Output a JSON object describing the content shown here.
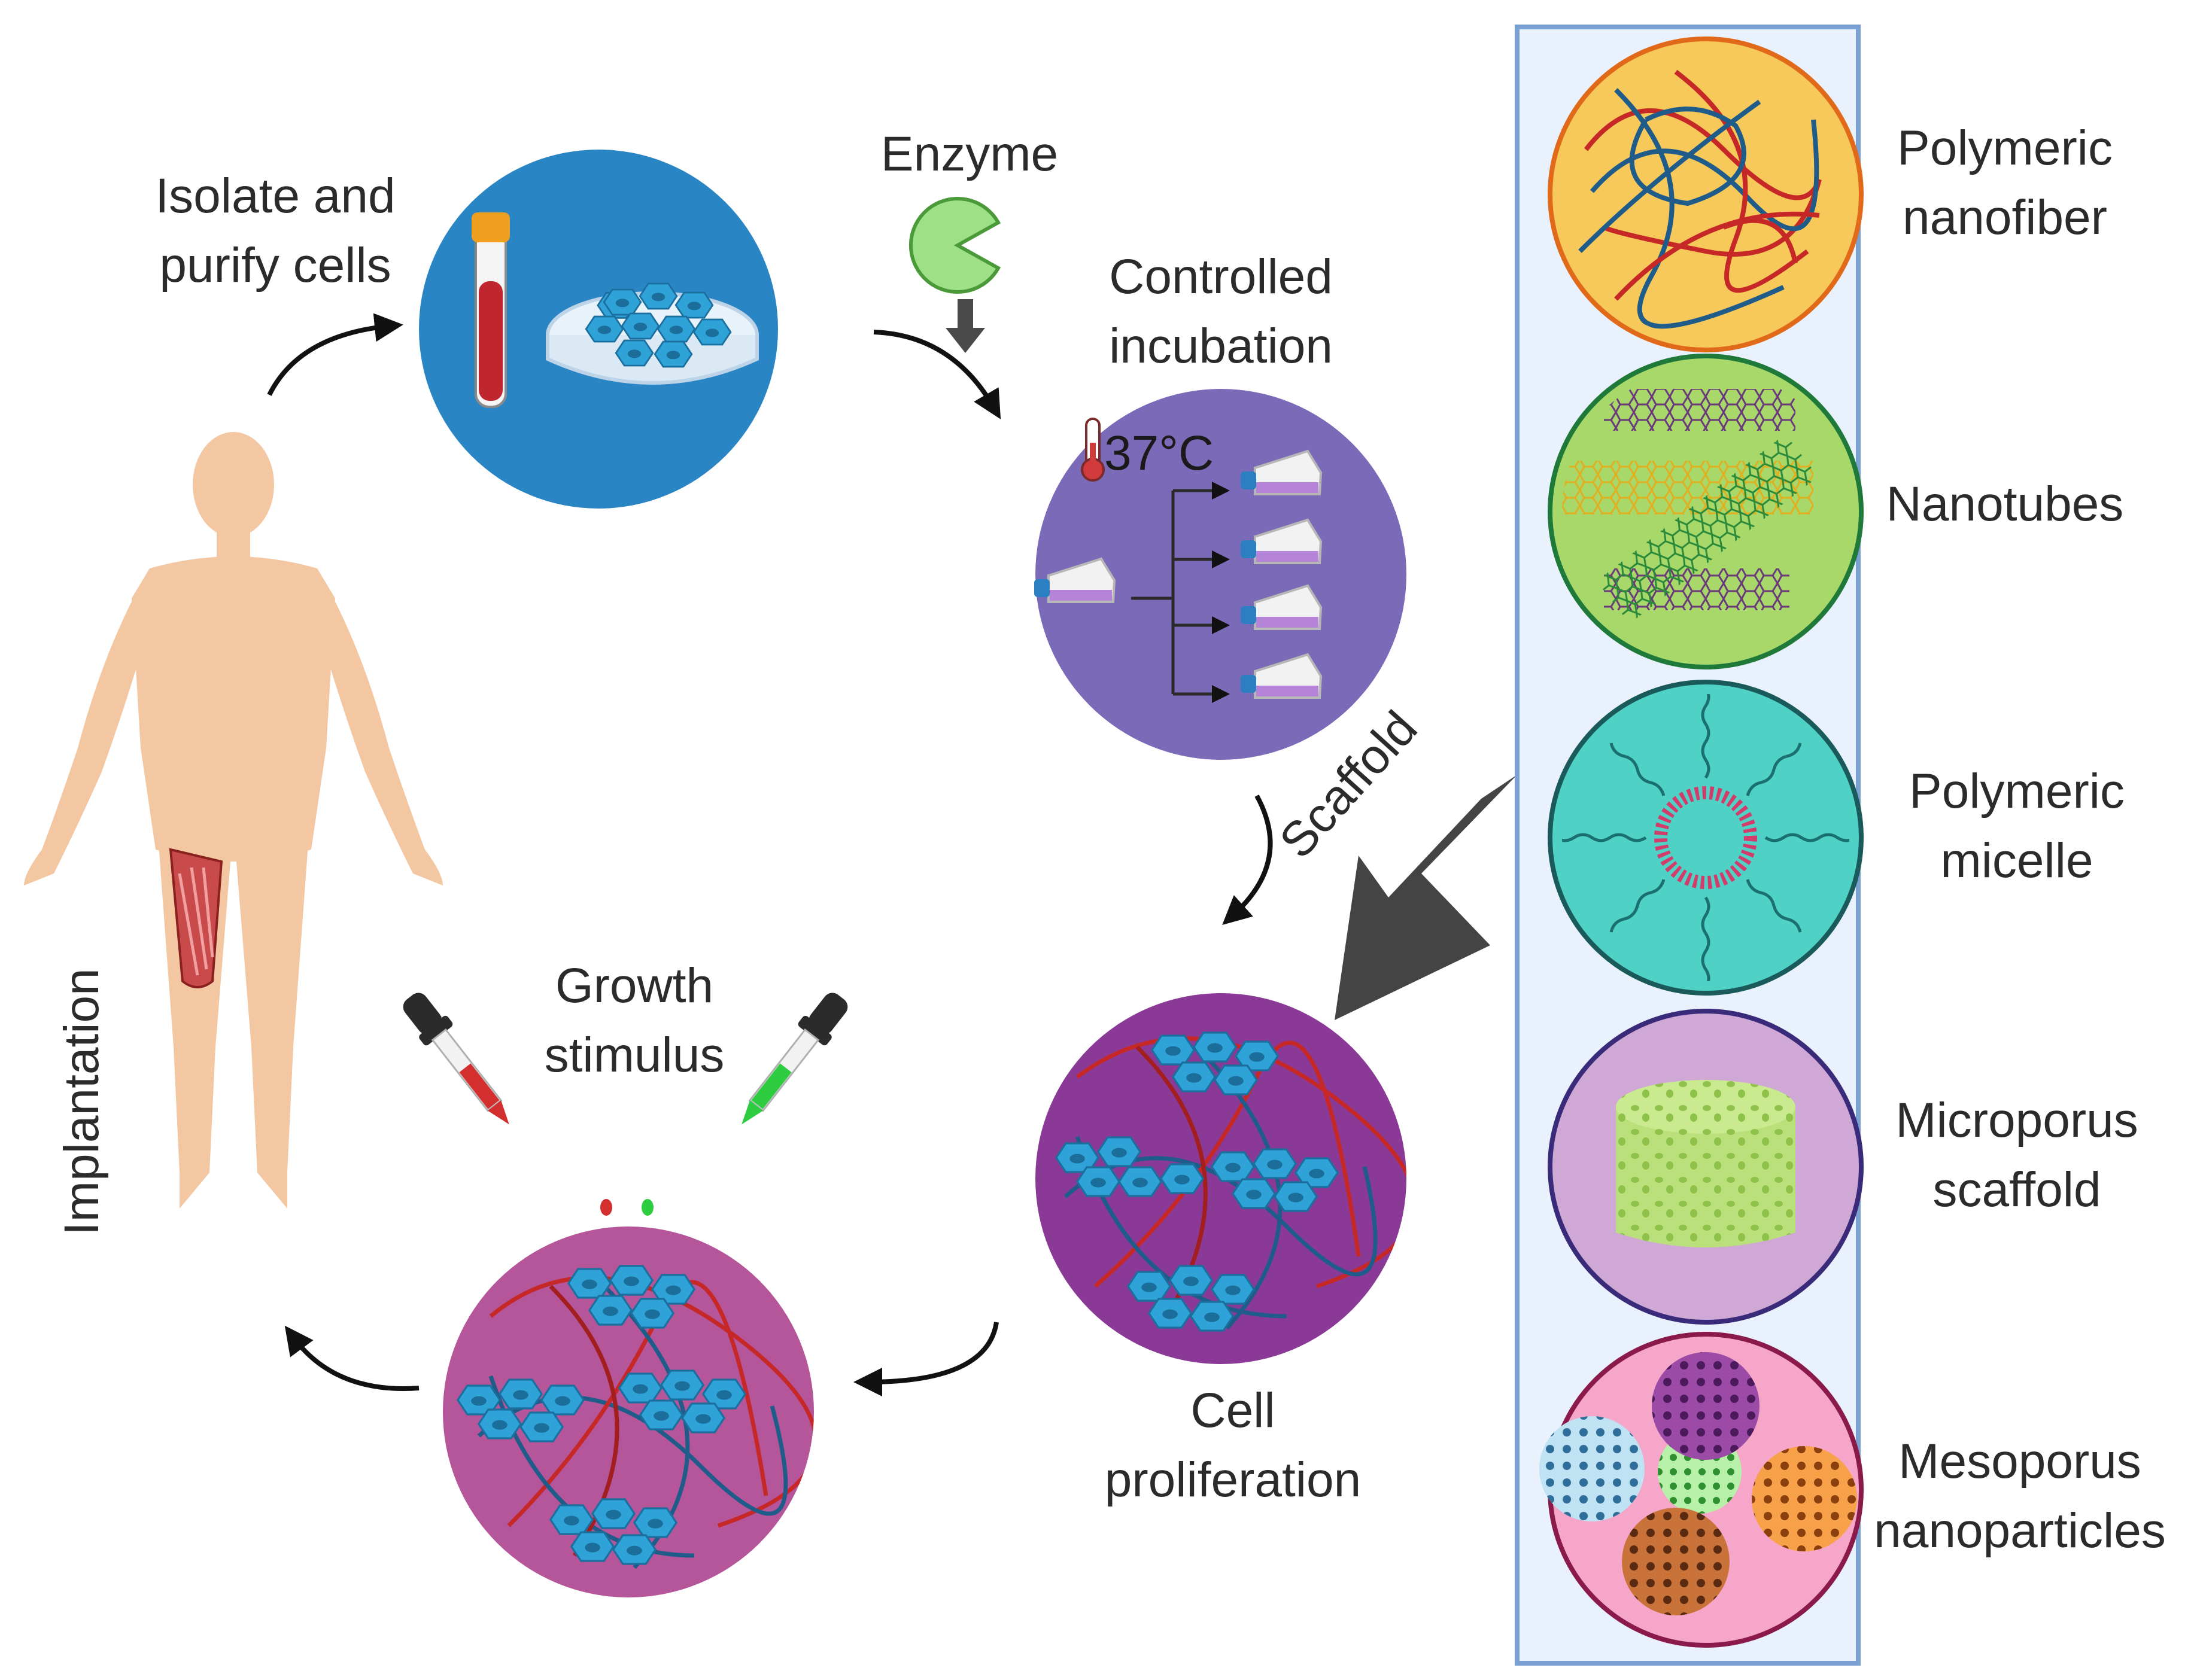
{
  "labels": {
    "isolate": [
      "Isolate and",
      "purify cells"
    ],
    "enzyme": "Enzyme",
    "incubation": [
      "Controlled",
      "incubation"
    ],
    "temperature": "37°C",
    "scaffold": "Scaffold",
    "proliferation": [
      "Cell",
      "proliferation"
    ],
    "growth": [
      "Growth",
      "stimulus"
    ],
    "implantation": "Implantation"
  },
  "scaffold_panel": {
    "items": [
      {
        "lines": [
          "Polymeric",
          "nanofiber"
        ],
        "icon": "nanofiber-icon"
      },
      {
        "lines": [
          "Nanotubes"
        ],
        "icon": "nanotube-icon"
      },
      {
        "lines": [
          "Polymeric",
          "micelle"
        ],
        "icon": "micelle-icon"
      },
      {
        "lines": [
          "Microporus",
          "scaffold"
        ],
        "icon": "porous-scaffold-icon"
      },
      {
        "lines": [
          "Mesoporus",
          "nanoparticles"
        ],
        "icon": "nanoparticle-icon"
      }
    ]
  },
  "colors": {
    "isolation_circle": "#2a85c4",
    "incubation_circle": "#7b6ab8",
    "proliferation_circle": "#8a3a96",
    "growth_circle": "#b5559a",
    "cell": "#2fa3d8",
    "panel_bg": "#e9f1fc",
    "panel_border": "#7aa0d4",
    "fiber_red": "#c62828",
    "fiber_blue": "#1f5c8a",
    "skin": "#f3c7a2"
  }
}
